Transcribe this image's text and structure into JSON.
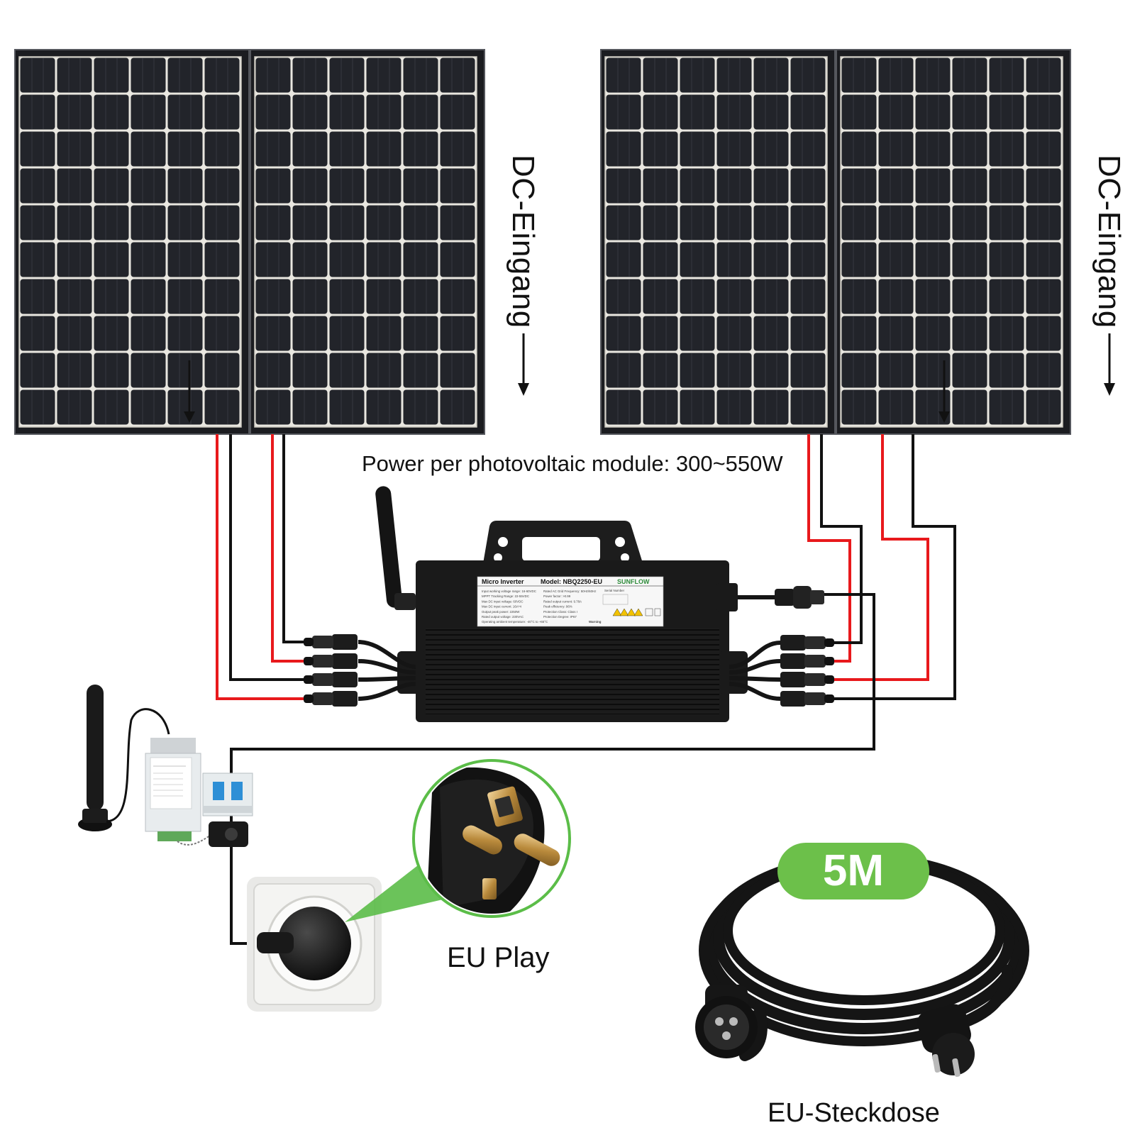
{
  "labels": {
    "dc_input_left": "DC-Eingang",
    "dc_input_right": "DC-Eingang",
    "module_power": "Power per photovoltaic module: 300~550W",
    "plug_label": "EU Play",
    "cable_label": "EU-Steckdose",
    "cable_length": "5M"
  },
  "inverter": {
    "title": "Micro Inverter",
    "model": "Model: NBQ2250-EU",
    "brand": "SUNFLOW",
    "serial_label": "Serial Number",
    "warning": "Warning",
    "spec_lines_left": [
      "Input working voltage range: 16-60VDC",
      "MPPT Tracking Range: 22-55VDC",
      "Max DC input voltage: 60VDC",
      "Max DC input current: 16A*4",
      "Output peak power: 2250W",
      "Rated output voltage: 230VAC",
      "Operating ambient temperature: -40°C to +65°C"
    ],
    "spec_lines_right": [
      "Rated AC Grid Frequency: 50Hz/60Hz",
      "Power factor: >0.99",
      "Rated output current: 9.78A",
      "Peak efficiency: 96%",
      "Protection Class: Class I",
      "Protection Degree: IP67"
    ]
  },
  "colors": {
    "positive_wire": "#e8191c",
    "negative_wire": "#111111",
    "panel_cell": "#23252b",
    "panel_frame": "#1b1c20",
    "inverter_body": "#1a1a1a",
    "badge": "#6cc04a"
  }
}
